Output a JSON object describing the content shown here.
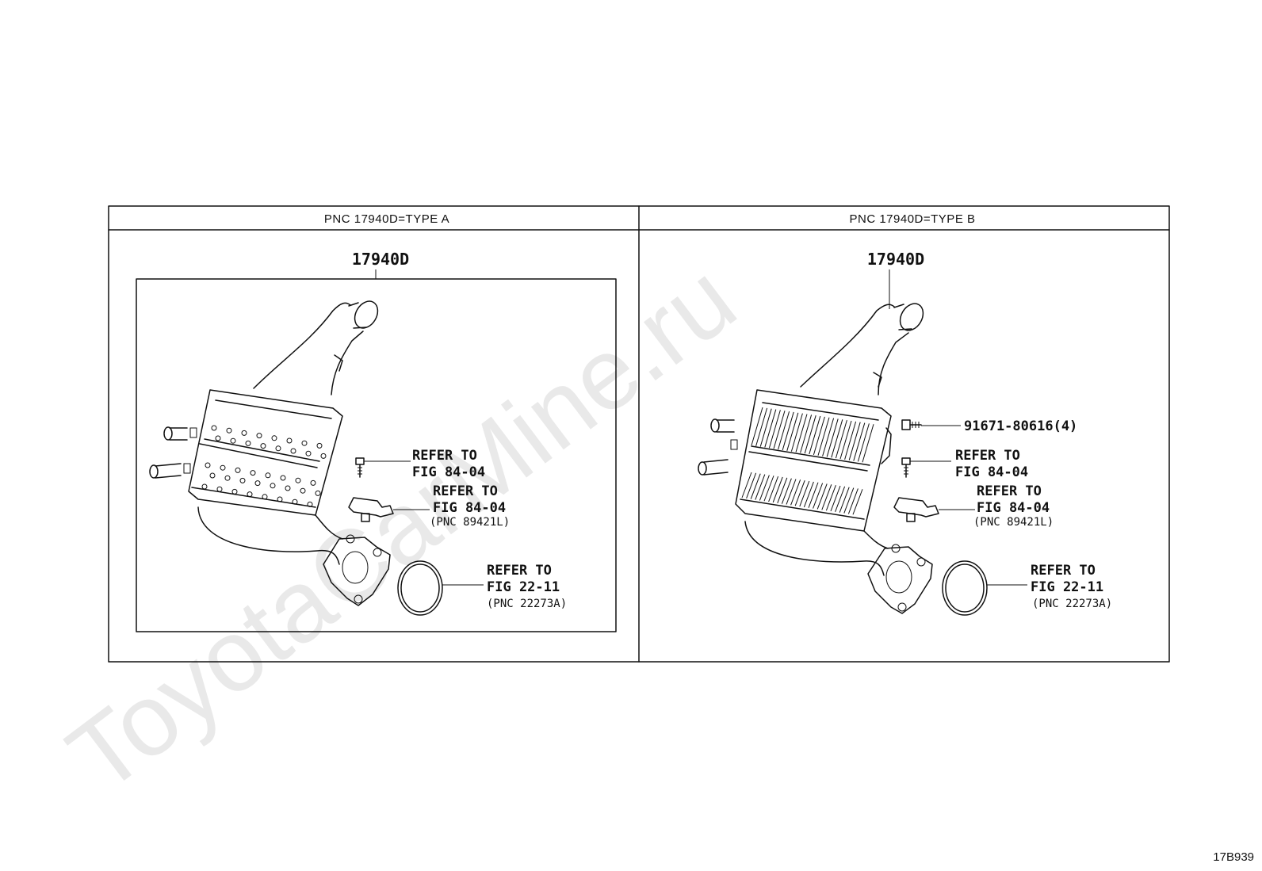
{
  "watermark": "ToyotaCarMine.ru",
  "panels": [
    {
      "header": "PNC 17940D=TYPE A",
      "part_number": "17940D",
      "callouts": {
        "sensor_ref": [
          "REFER TO",
          "FIG 84-04"
        ],
        "map_ref": [
          "REFER TO",
          "FIG 84-04",
          "(PNC 89421L)"
        ],
        "gasket_ref": [
          "REFER TO",
          "FIG 22-11",
          "(PNC 22273A)"
        ]
      }
    },
    {
      "header": "PNC 17940D=TYPE B",
      "part_number": "17940D",
      "bolt": "91671-80616(4)",
      "callouts": {
        "sensor_ref": [
          "REFER TO",
          "FIG 84-04"
        ],
        "map_ref": [
          "REFER TO",
          "FIG 84-04",
          "(PNC 89421L)"
        ],
        "gasket_ref": [
          "REFER TO",
          "FIG 22-11",
          "(PNC 22273A)"
        ]
      }
    }
  ],
  "figure_code": "17B939"
}
